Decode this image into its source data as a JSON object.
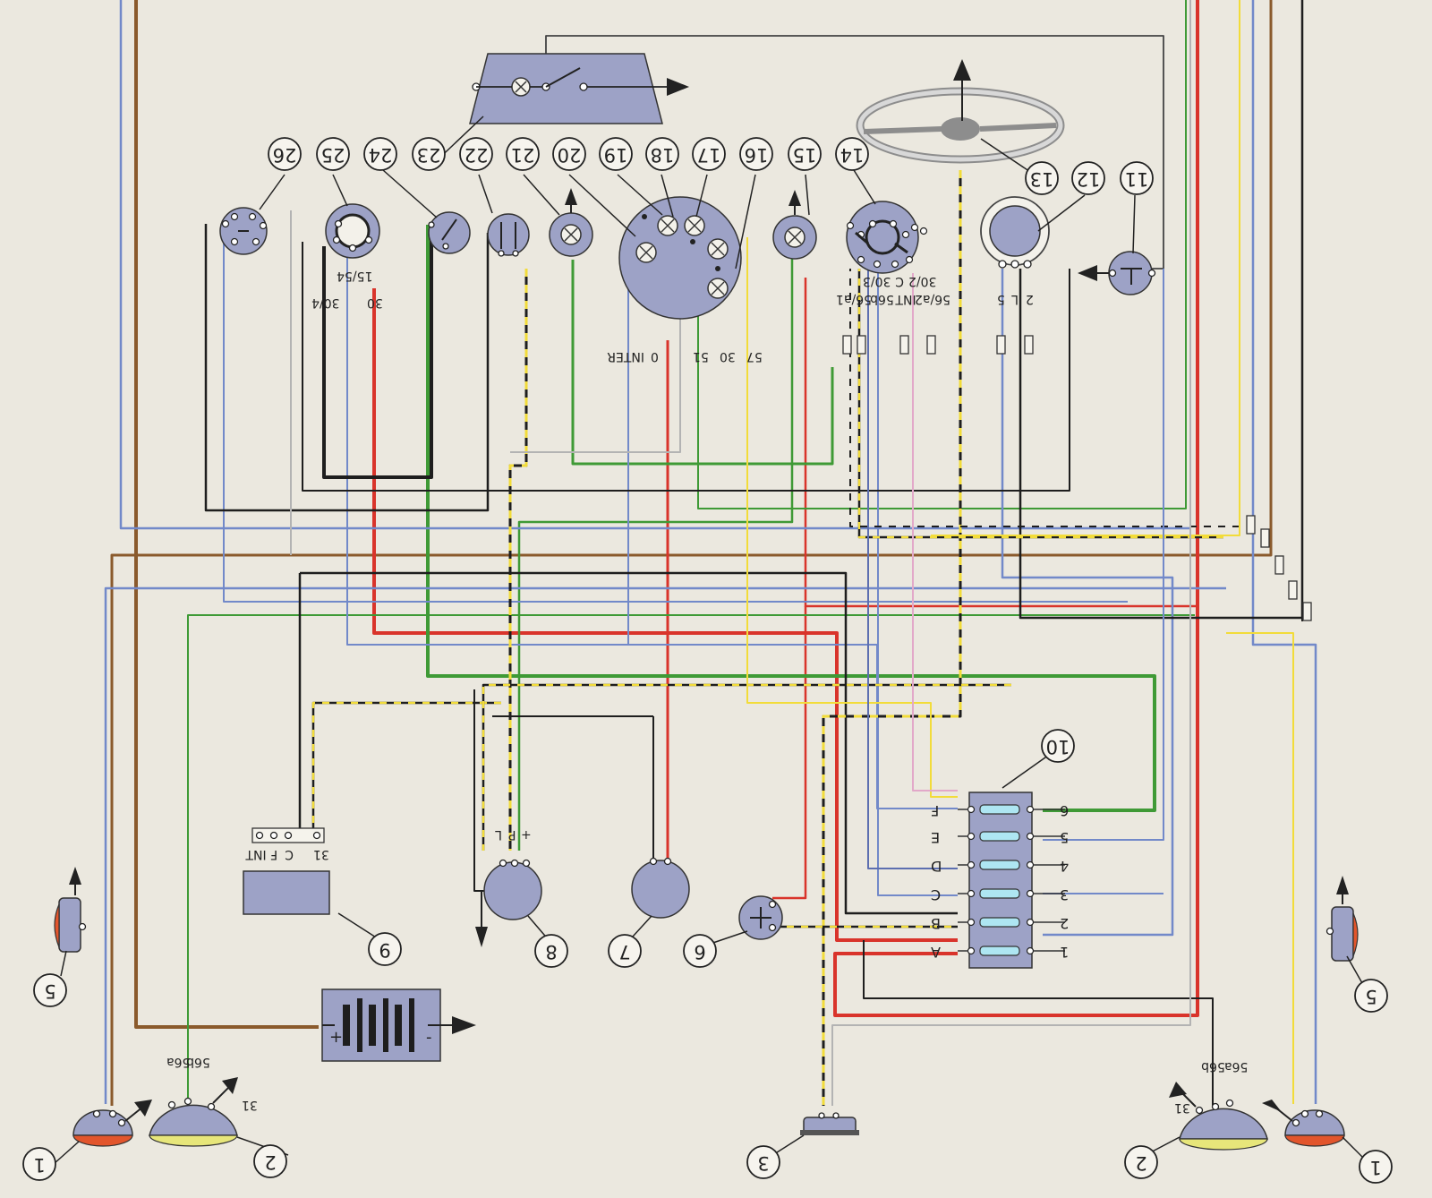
{
  "colors": {
    "background": "#ebe8df",
    "component": "#9da2c6",
    "red": "#d9342b",
    "green": "#3f9a36",
    "brown": "#8a5a2c",
    "yellow": "#f2dc3a",
    "blue": "#7289c9",
    "black": "#1e1e1e",
    "grey": "#b3b3b3",
    "pink": "#e2a8c9",
    "lens_yellow": "#e7e67a",
    "lens_orange": "#e2552c"
  },
  "callouts": {
    "c1": "1",
    "c2": "2",
    "c3": "3",
    "c5": "5",
    "c6": "6",
    "c7": "7",
    "c8": "8",
    "c9": "9",
    "c10": "10",
    "c11": "11",
    "c12": "12",
    "c13": "13",
    "c14": "14",
    "c15": "15",
    "c16": "16",
    "c17": "17",
    "c18": "18",
    "c19": "19",
    "c20": "20",
    "c21": "21",
    "c22": "22",
    "c23": "23",
    "c24": "24",
    "c25": "25",
    "c26": "26"
  },
  "headlamp_terminals": {
    "t31": "31",
    "t56a": "56a",
    "t56b": "56b"
  },
  "regulator_terminals": {
    "t31": "31",
    "tC": "C",
    "tF": "F",
    "tINT": "INT"
  },
  "dynamo_terminals": {
    "tP": "P",
    "tL": "L",
    "tPlus": "+"
  },
  "ignition_switch_terminals": {
    "t30": "30",
    "t30_4": "30/4",
    "t15_54": "15/54"
  },
  "instrument_terminals": {
    "t57": "57",
    "t30": "30",
    "t51": "51",
    "t0": "0",
    "tINTER": "INTER"
  },
  "light_switch_terminals": {
    "t56a1": "56/a1",
    "t56b": "56b",
    "tINT": "INT",
    "t56a2": "56/a2",
    "t30_3": "30/3",
    "tC": "C",
    "t30_2": "30/2"
  },
  "flasher_terminals": {
    "t2": "2",
    "tL": "L",
    "t5": "5"
  },
  "fusebox": {
    "left_labels": [
      "A",
      "B",
      "C",
      "D",
      "E",
      "F"
    ],
    "right_labels": [
      "1",
      "2",
      "3",
      "4",
      "5",
      "6"
    ]
  },
  "battery": {
    "plus": "+",
    "minus": "-"
  }
}
